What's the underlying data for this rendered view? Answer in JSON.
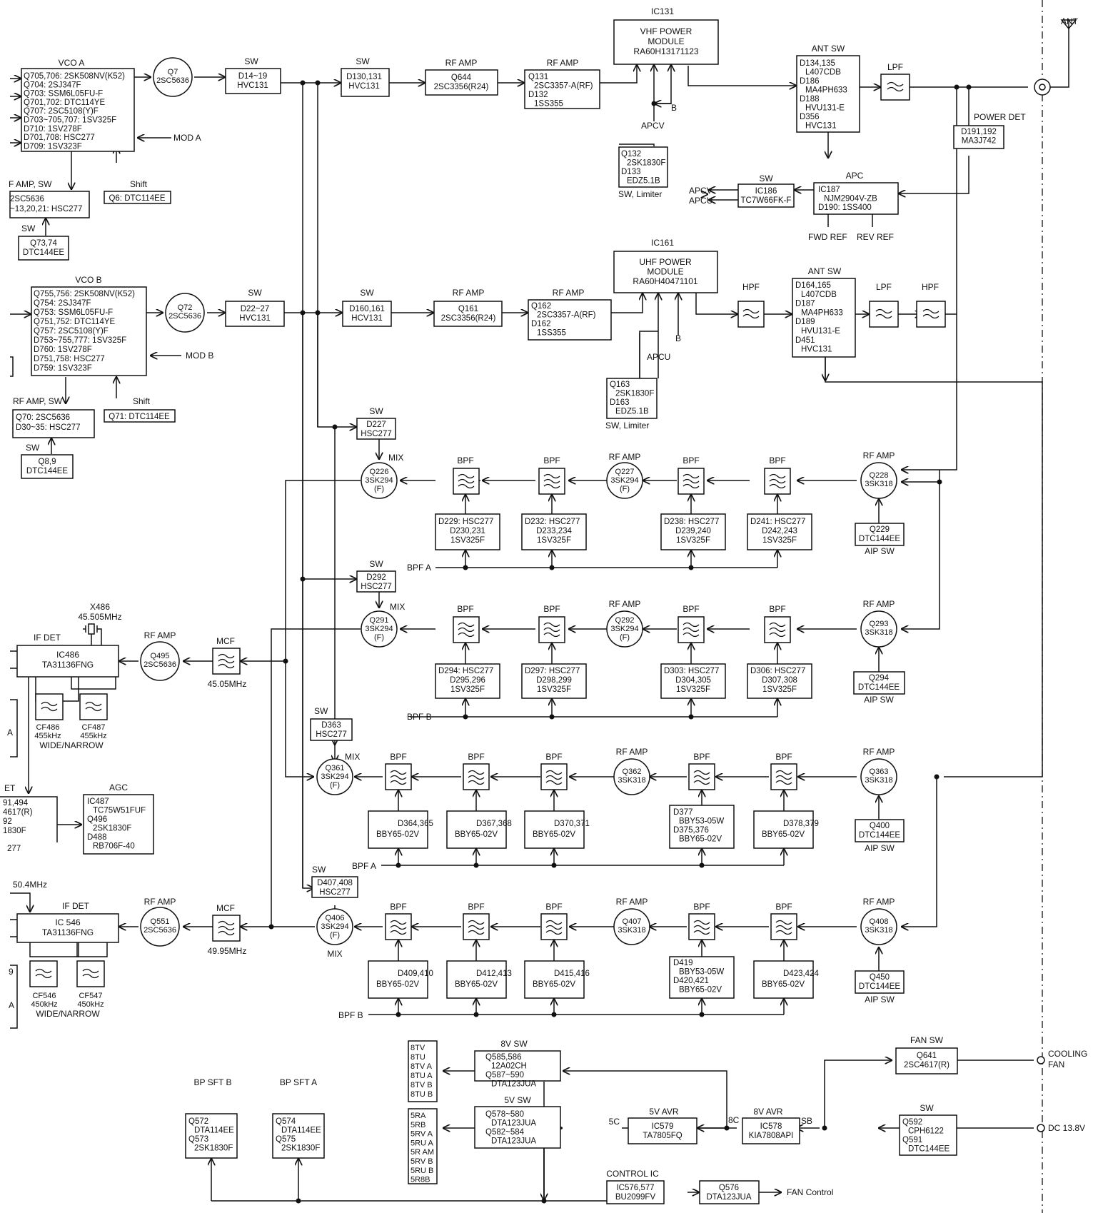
{
  "ant": "ANT",
  "vhf": {
    "vco_a_title": "VCO A",
    "vco_a_lines": [
      "Q705,706: 2SK508NV(K52)",
      "Q704: 2SJ347F",
      "Q703: SSM6L05FU-F",
      "Q701,702: DTC114YE",
      "Q707: 2SC5108(Y)F",
      "D703~705,707: 1SV325F",
      "D710: 1SV278F",
      "D701,708: HSC277",
      "D709: 1SV323F"
    ],
    "mod_a": "MOD A",
    "q7": [
      "Q7",
      "2SC5636"
    ],
    "sw1_title": "SW",
    "sw1": [
      "D14~19",
      "HVC131"
    ],
    "sw2_title": "SW",
    "sw2": [
      "D130,131",
      "HVC131"
    ],
    "rf1_title": "RF AMP",
    "rf1": [
      "Q644",
      "2SC3356(R24)"
    ],
    "rf2_title": "RF AMP",
    "rf2": [
      "Q131",
      "2SC3357-A(RF)",
      "D132",
      "1SS355"
    ],
    "ic_title": "IC131",
    "ic": [
      "VHF POWER",
      "MODULE",
      "RA60H13171123"
    ],
    "apcv": "APCV",
    "b": "B",
    "limiter": [
      "Q132",
      "2SK1830F",
      "D133",
      "EDZ5.1B"
    ],
    "limiter_label": "SW, Limiter",
    "antsw_title": "ANT SW",
    "antsw": [
      "D134,135",
      "L407CDB",
      "D186",
      "MA4PH633",
      "D188",
      "HVU131-E",
      "D356",
      "HVC131"
    ],
    "lpf": "LPF",
    "pdet_title": "POWER DET",
    "pdet": [
      "D191,192",
      "MA3J742"
    ],
    "apc_title": "APC",
    "apc": [
      "IC187",
      "NJM2904V-ZB",
      "D190: 1SS400"
    ],
    "fwd": "FWD REF",
    "rev": "REV REF",
    "sw186_title": "SW",
    "sw186": [
      "IC186",
      "TC7W66FK-F"
    ],
    "apcv_out": "APCV",
    "apcu_out": "APCU",
    "shift": "Shift",
    "q6": "Q6: DTC114EE",
    "rfsw_title": "F AMP, SW",
    "rfsw": [
      "2SC5636",
      "~13,20,21: HSC277"
    ],
    "sw_small": "SW",
    "q73": [
      "Q73,74",
      "DTC144EE"
    ]
  },
  "uhf": {
    "vco_b_title": "VCO B",
    "vco_b_lines": [
      "Q755,756: 2SK508NV(K52)",
      "Q754: 2SJ347F",
      "Q753: SSM6L05FU-F",
      "Q751,752: DTC114YE",
      "Q757: 2SC5108(Y)F",
      "D753~755,777: 1SV325F",
      "D760: 1SV278F",
      "D751,758: HSC277",
      "D759: 1SV323F"
    ],
    "mod_b": "MOD B",
    "q72": [
      "Q72",
      "2SC5636"
    ],
    "sw1_title": "SW",
    "sw1": [
      "D22~27",
      "HVC131"
    ],
    "sw2_title": "SW",
    "sw2": [
      "D160,161",
      "HCV131"
    ],
    "rf1_title": "RF AMP",
    "rf1": [
      "Q161",
      "2SC3356(R24)"
    ],
    "rf2_title": "RF AMP",
    "rf2": [
      "Q162",
      "2SC3357-A(RF)",
      "D162",
      "1SS355"
    ],
    "ic_title": "IC161",
    "ic": [
      "UHF POWER",
      "MODULE",
      "RA60H40471101"
    ],
    "apcu": "APCU",
    "b": "B",
    "limiter": [
      "Q163",
      "2SK1830F",
      "D163",
      "EDZ5.1B"
    ],
    "limiter_label": "SW, Limiter",
    "hpf": "HPF",
    "antsw_title": "ANT SW",
    "antsw": [
      "D164,165",
      "L407CDB",
      "D187",
      "MA4PH633",
      "D189",
      "HVU131-E",
      "D451",
      "HVC131"
    ],
    "lpf": "LPF",
    "hpf2": "HPF",
    "shift": "Shift",
    "q71": "Q71: DTC114EE",
    "rfsw_title": "RF AMP, SW",
    "rfsw": [
      "Q70: 2SC5636",
      "D30~35: HSC277"
    ],
    "sw_small": "SW",
    "q8": [
      "Q8,9",
      "DTC144EE"
    ]
  },
  "rx1": {
    "sw_title": "SW",
    "sw": [
      "D227",
      "HSC277"
    ],
    "mix": "MIX",
    "q226": [
      "Q226",
      "3SK294",
      "(F)"
    ],
    "bpf": "BPF",
    "rfamp": "RF AMP",
    "q227": [
      "Q227",
      "3SK294",
      "(F)"
    ],
    "q228": [
      "Q228",
      "3SK318"
    ],
    "d1": [
      "D229: HSC277",
      "D230,231",
      "1SV325F"
    ],
    "d2": [
      "D232: HSC277",
      "D233,234",
      "1SV325F"
    ],
    "d3": [
      "D238: HSC277",
      "D239,240",
      "1SV325F"
    ],
    "d4": [
      "D241: HSC277",
      "D242,243",
      "1SV325F"
    ],
    "aip": [
      "Q229",
      "DTC144EE"
    ],
    "aip_label": "AIP SW",
    "bpf_ctrl": "BPF A"
  },
  "rx2": {
    "sw_title": "SW",
    "sw": [
      "D292",
      "HSC277"
    ],
    "mix": "MIX",
    "q291": [
      "Q291",
      "3SK294",
      "(F)"
    ],
    "bpf": "BPF",
    "rfamp": "RF AMP",
    "q292": [
      "Q292",
      "3SK294",
      "(F)"
    ],
    "q293": [
      "Q293",
      "3SK318"
    ],
    "d1": [
      "D294: HSC277",
      "D295,296",
      "1SV325F"
    ],
    "d2": [
      "D297: HSC277",
      "D298,299",
      "1SV325F"
    ],
    "d3": [
      "D303: HSC277",
      "D304,305",
      "1SV325F"
    ],
    "d4": [
      "D306: HSC277",
      "D307,308",
      "1SV325F"
    ],
    "aip": [
      "Q294",
      "DTC144EE"
    ],
    "aip_label": "AIP SW",
    "bpf_ctrl": "BPF B"
  },
  "rx3": {
    "sw_title": "SW",
    "sw": [
      "D363",
      "HSC277"
    ],
    "mix": "MIX",
    "q361": [
      "Q361",
      "3SK294",
      "(F)"
    ],
    "bpf": "BPF",
    "rfamp": "RF AMP",
    "q362": [
      "Q362",
      "3SK318"
    ],
    "q363": [
      "Q363",
      "3SK318"
    ],
    "d1": [
      "D364,365",
      "BBY65-02V"
    ],
    "d2": [
      "D367,368",
      "BBY65-02V"
    ],
    "d3": [
      "D370,371",
      "BBY65-02V"
    ],
    "d4": [
      "D377",
      "BBY53-05W",
      "D375,376",
      "BBY65-02V"
    ],
    "d5": [
      "D378,379",
      "BBY65-02V"
    ],
    "aip": [
      "Q400",
      "DTC144EE"
    ],
    "aip_label": "AIP SW",
    "bpf_ctrl": "BPF A"
  },
  "rx4": {
    "sw_title": "SW",
    "sw": [
      "D407,408",
      "HSC277"
    ],
    "mix": "MIX",
    "q406": [
      "Q406",
      "3SK294",
      "(F)"
    ],
    "bpf": "BPF",
    "rfamp": "RF AMP",
    "q407": [
      "Q407",
      "3SK318"
    ],
    "q408": [
      "Q408",
      "3SK318"
    ],
    "d1": [
      "D409,410",
      "BBY65-02V"
    ],
    "d2": [
      "D412,413",
      "BBY65-02V"
    ],
    "d3": [
      "D415,416",
      "BBY65-02V"
    ],
    "d4": [
      "D419",
      "BBY53-05W",
      "D420,421",
      "BBY65-02V"
    ],
    "d5": [
      "D423,424",
      "BBY65-02V"
    ],
    "aip": [
      "Q450",
      "DTC144EE"
    ],
    "aip_label": "AIP SW",
    "bpf_ctrl": "BPF B"
  },
  "if1": {
    "x486": [
      "X486",
      "45.505MHz"
    ],
    "ifdet_title": "IF DET",
    "ifdet": [
      "IC486",
      "TA31136FNG"
    ],
    "rf_title": "RF AMP",
    "q495": [
      "Q495",
      "2SC5636"
    ],
    "mcf_title": "MCF",
    "mcf_freq": "45.05MHz",
    "cf486": [
      "CF486",
      "455kHz"
    ],
    "cf487": [
      "CF487",
      "455kHz"
    ],
    "wn": "WIDE/NARROW",
    "a_cut": "A",
    "det_cut": "ET",
    "det_lines": [
      "91,494",
      "4617(R)",
      "92",
      "1830F"
    ],
    "det_277": "277",
    "agc_title": "AGC",
    "agc": [
      "IC487",
      "TC75W51FUF",
      "Q496",
      "2SK1830F",
      "D488",
      "RB706F-40"
    ]
  },
  "if2": {
    "freq_in": "50.4MHz",
    "ifdet_title": "IF DET",
    "ifdet": [
      "IC 546",
      "TA31136FNG"
    ],
    "rf_title": "RF AMP",
    "q551": [
      "Q551",
      "2SC5636"
    ],
    "mcf_title": "MCF",
    "mcf_freq": "49.95MHz",
    "cf546": [
      "CF546",
      "450kHz"
    ],
    "cf547": [
      "CF547",
      "450kHz"
    ],
    "wn": "WIDE/NARROW",
    "cut9": "9",
    "cut_a": "A"
  },
  "power": {
    "bpsftb_title": "BP SFT B",
    "bpsftb": [
      "Q572",
      "DTA114EE",
      "Q573",
      "2SK1830F"
    ],
    "bpsfta_title": "BP SFT A",
    "bpsfta": [
      "Q574",
      "DTA114EE",
      "Q575",
      "2SK1830F"
    ],
    "sw8v_outs": [
      "8TV",
      "8TU",
      "8TV A",
      "8TU A",
      "8TV B",
      "8TU B"
    ],
    "sw8v_title": "8V SW",
    "sw8v": [
      "Q585,586",
      "12A02CH",
      "Q587~590",
      "DTA123JUA"
    ],
    "sw5v_outs": [
      "5RA",
      "5RB",
      "5RV A",
      "5RU A",
      "5R AM",
      "5RV B",
      "5RU B",
      "5R8B"
    ],
    "sw5v_title": "5V SW",
    "sw5v": [
      "Q578~580",
      "DTA123JUA",
      "Q582~584",
      "DTA123JUA"
    ],
    "avr5_title": "5V AVR",
    "avr5": [
      "IC579",
      "TA7805FQ"
    ],
    "c5": "5C",
    "avr8_title": "8V AVR",
    "avr8": [
      "IC578",
      "KIA7808API"
    ],
    "c8": "8C",
    "sb": "SB",
    "fansw_title": "FAN SW",
    "fansw": [
      "Q641",
      "2SC4617(R)"
    ],
    "cooling": [
      "COOLING",
      "FAN"
    ],
    "sw_title": "SW",
    "sw": [
      "Q592",
      "CPH6122",
      "Q591",
      "DTC144EE"
    ],
    "dc": "DC 13.8V",
    "ctrl_title": "CONTROL IC",
    "ctrl": [
      "IC576,577",
      "BU2099FV"
    ],
    "q576": [
      "Q576",
      "DTA123JUA"
    ],
    "fan_ctrl": "FAN Control"
  }
}
